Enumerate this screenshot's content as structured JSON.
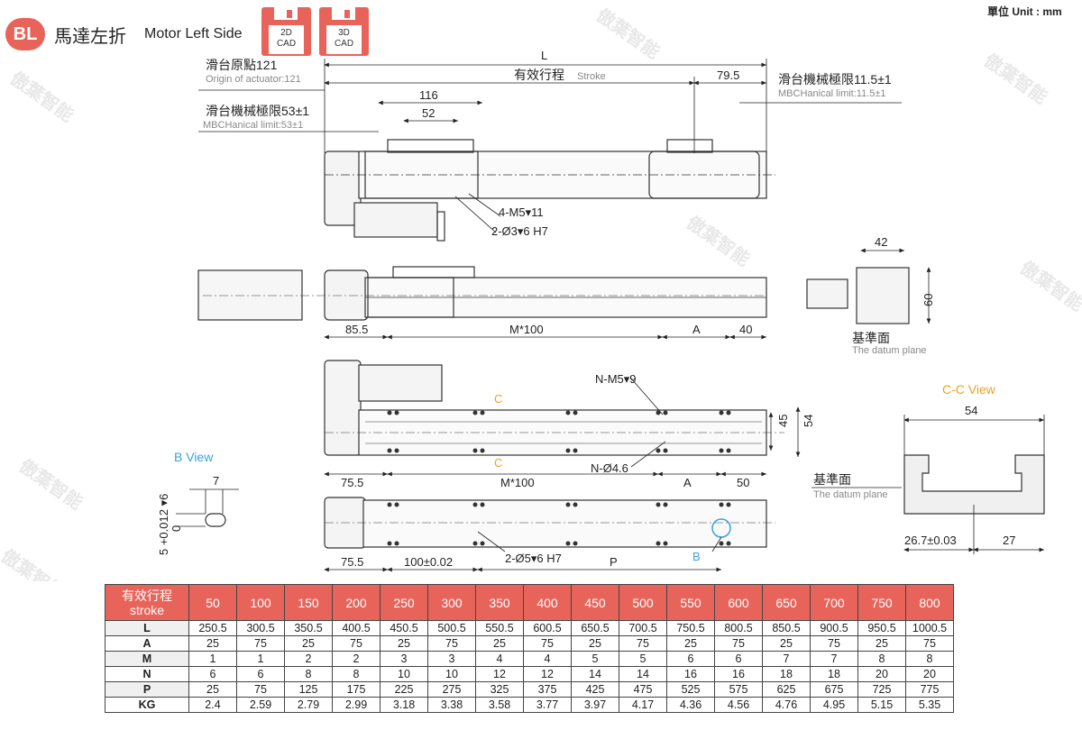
{
  "header": {
    "badge": "BL",
    "title_cn": "馬達左折",
    "title_en": "Motor Left Side",
    "cad_buttons": [
      {
        "top": "2D",
        "bottom": "CAD"
      },
      {
        "top": "3D",
        "bottom": "CAD"
      }
    ],
    "unit_label": "單位 Unit : mm"
  },
  "annotations": {
    "origin_cn": "滑台原點121",
    "origin_en": "Origin of actuator:121",
    "mech_limit_left_cn": "滑台機械極限53±1",
    "mech_limit_left_en": "MBCHanical limit:53±1",
    "mech_limit_right_cn": "滑台機械極限11.5±1",
    "mech_limit_right_en": "MBCHanical limit:11.5±1",
    "stroke_cn": "有效行程",
    "stroke_en": "Stroke",
    "L": "L",
    "dim_79_5": "79.5",
    "dim_116": "116",
    "dim_52": "52",
    "tap_4": "4-M5▾11",
    "pin_2": "2-Ø3▾6 H7",
    "dim_42": "42",
    "dim_60": "60",
    "datum_cn": "基準面",
    "datum_en": "The datum plane",
    "dim_85_5": "85.5",
    "m100_top": "M*100",
    "A_top": "A",
    "dim_40": "40",
    "nm5": "N-M5▾9",
    "C": "C",
    "dim_45": "45",
    "dim_54_side": "54",
    "n46": "N-Ø4.6",
    "dim_75_5": "75.5",
    "m100_mid": "M*100",
    "A_mid": "A",
    "dim_50": "50",
    "b_view": "B View",
    "dim_7": "7",
    "tol_label": "5 +0.012 ▾6",
    "tol_zero": "0",
    "cc_view": "C-C View",
    "dim_54": "54",
    "datum2_cn": "基準面",
    "datum2_en": "The datum plane",
    "dim_26_7": "26.7±0.03",
    "dim_27": "27",
    "dim_75_5b": "75.5",
    "dim_100": "100±0.02",
    "pin_2b": "2-Ø5▾6 H7",
    "P": "P",
    "B": "B"
  },
  "table": {
    "header_label_cn": "有效行程",
    "header_label_en": "stroke",
    "strokes": [
      "50",
      "100",
      "150",
      "200",
      "250",
      "300",
      "350",
      "400",
      "450",
      "500",
      "550",
      "600",
      "650",
      "700",
      "750",
      "800"
    ],
    "rows": [
      {
        "label": "L",
        "values": [
          "250.5",
          "300.5",
          "350.5",
          "400.5",
          "450.5",
          "500.5",
          "550.5",
          "600.5",
          "650.5",
          "700.5",
          "750.5",
          "800.5",
          "850.5",
          "900.5",
          "950.5",
          "1000.5"
        ]
      },
      {
        "label": "A",
        "values": [
          "25",
          "75",
          "25",
          "75",
          "25",
          "75",
          "25",
          "75",
          "25",
          "75",
          "25",
          "75",
          "25",
          "75",
          "25",
          "75"
        ]
      },
      {
        "label": "M",
        "values": [
          "1",
          "1",
          "2",
          "2",
          "3",
          "3",
          "4",
          "4",
          "5",
          "5",
          "6",
          "6",
          "7",
          "7",
          "8",
          "8"
        ]
      },
      {
        "label": "N",
        "values": [
          "6",
          "6",
          "8",
          "8",
          "10",
          "10",
          "12",
          "12",
          "14",
          "14",
          "16",
          "16",
          "18",
          "18",
          "20",
          "20"
        ]
      },
      {
        "label": "P",
        "values": [
          "25",
          "75",
          "125",
          "175",
          "225",
          "275",
          "325",
          "375",
          "425",
          "475",
          "525",
          "575",
          "625",
          "675",
          "725",
          "775"
        ]
      },
      {
        "label": "KG",
        "values": [
          "2.4",
          "2.59",
          "2.79",
          "2.99",
          "3.18",
          "3.38",
          "3.58",
          "3.77",
          "3.97",
          "4.17",
          "4.36",
          "4.56",
          "4.76",
          "4.95",
          "5.15",
          "5.35"
        ]
      }
    ]
  },
  "colors": {
    "accent": "#e8645a",
    "b_view_blue": "#3aa0e0",
    "cc_view_orange": "#f0a020"
  }
}
